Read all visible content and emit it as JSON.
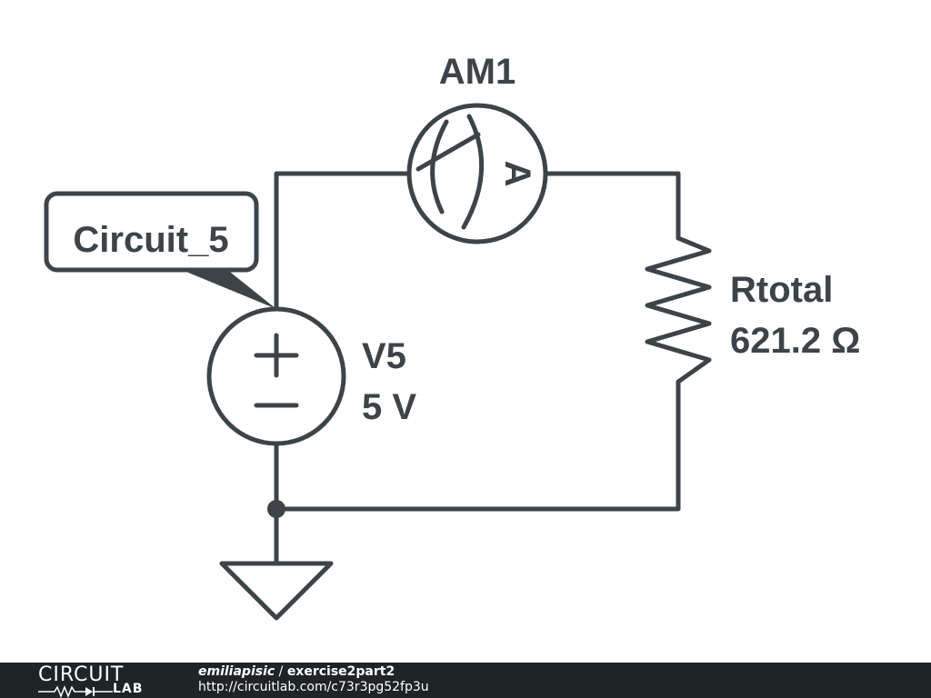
{
  "diagram": {
    "callout": "Circuit_5",
    "ammeter": {
      "name": "AM1",
      "symbol": "A"
    },
    "resistor": {
      "name": "Rtotal",
      "value": "621.2 Ω"
    },
    "source": {
      "name": "V5",
      "value": "5 V",
      "plus": "+",
      "minus": "−"
    }
  },
  "footer": {
    "logo_top": "CIRCUIT",
    "logo_bottom": "LAB",
    "user": "emiliapisic",
    "separator": "/",
    "title": "exercise2part2",
    "url": "http://circuitlab.com/c73r3pg52fp3u"
  },
  "colors": {
    "ink": "#3c4448",
    "footer_bg": "#1f2427"
  }
}
